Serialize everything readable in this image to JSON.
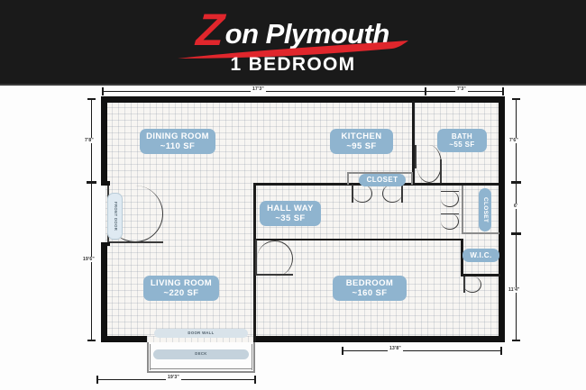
{
  "header": {
    "brand_mark": "Z",
    "brand_name": "on Plymouth",
    "subtitle": "1 BEDROOM",
    "accent_color": "#e0262c",
    "background_color": "#1a1a1a",
    "text_color": "#ffffff"
  },
  "plan": {
    "style": {
      "wall_color": "#111111",
      "floor_color": "#f7f5f2",
      "grid_color": "#78879680",
      "label_pill_color": "#8fb4cf",
      "label_text_color": "#ffffff"
    },
    "rooms": [
      {
        "name": "DINING ROOM",
        "area": "~110 SF"
      },
      {
        "name": "KITCHEN",
        "area": "~95 SF"
      },
      {
        "name": "BATH",
        "area": "~55 SF"
      },
      {
        "name": "HALL WAY",
        "area": "~35 SF"
      },
      {
        "name": "LIVING ROOM",
        "area": "~220 SF"
      },
      {
        "name": "BEDROOM",
        "area": "~160 SF"
      }
    ],
    "features": [
      {
        "name": "CLOSET"
      },
      {
        "name": "CLOSET"
      },
      {
        "name": "W.I.C."
      },
      {
        "name": "FRONT DOOR"
      },
      {
        "name": "DOOR WALL"
      },
      {
        "name": "DECK"
      }
    ],
    "dimensions": {
      "top_left": "17'3\"",
      "top_right": "7'3\"",
      "left_upper": "7'8\"",
      "left_lower": "19'6\"",
      "right_upper": "7'6\"",
      "right_middle": "6'",
      "right_lower": "11'4\"",
      "bottom_left": "19'3\"",
      "bottom_right": "13'8\""
    }
  }
}
